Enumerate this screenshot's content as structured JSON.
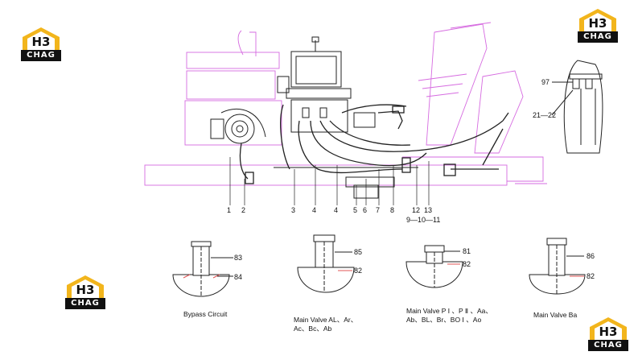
{
  "logo": {
    "mark_text": "H3",
    "brand_text": "CHAG",
    "accent_color": "#f2b51c"
  },
  "callouts": {
    "top_row": [
      "1",
      "2",
      "3",
      "4",
      "4",
      "5",
      "6",
      "7",
      "8",
      "12",
      "13"
    ],
    "bottom_row": "9—10—11",
    "detail_97": "97",
    "detail_21_22": "21—22"
  },
  "sections": [
    {
      "caption_lines": [
        "Bypass Circuit"
      ],
      "upper_label": "83",
      "lower_label": "84"
    },
    {
      "caption_lines": [
        "Main Valve AL、Ar、",
        "Ac、Bc、Ab"
      ],
      "upper_label": "85",
      "lower_label": "82"
    },
    {
      "caption_lines": [
        "Main Valve P Ⅰ 、P Ⅱ 、Aa、",
        "Ab、BL、Br、BO Ⅰ 、Ao"
      ],
      "upper_label": "81",
      "lower_label": "82"
    },
    {
      "caption_lines": [
        "Main Valve Ba"
      ],
      "upper_label": "86",
      "lower_label": "82"
    }
  ],
  "colors": {
    "magenta": "#d66be0",
    "line": "#222222"
  }
}
